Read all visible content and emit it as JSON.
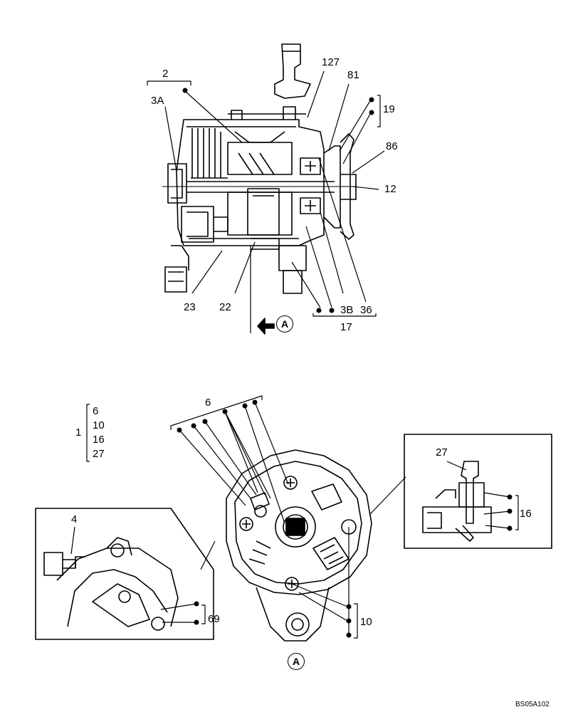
{
  "callouts": {
    "c2": "2",
    "c3a": "3A",
    "c127": "127",
    "c81": "81",
    "c19": "19",
    "c86": "86",
    "c12": "12",
    "c23": "23",
    "c22": "22",
    "c3b": "3B",
    "c36": "36",
    "c17": "17",
    "c6": "6",
    "c1": "1",
    "c4": "4",
    "c69": "69",
    "c27": "27",
    "c16": "16",
    "c10": "10"
  },
  "group_1": [
    "6",
    "10",
    "16",
    "27"
  ],
  "view_marker": "A",
  "drawing_code": "BS05A102"
}
